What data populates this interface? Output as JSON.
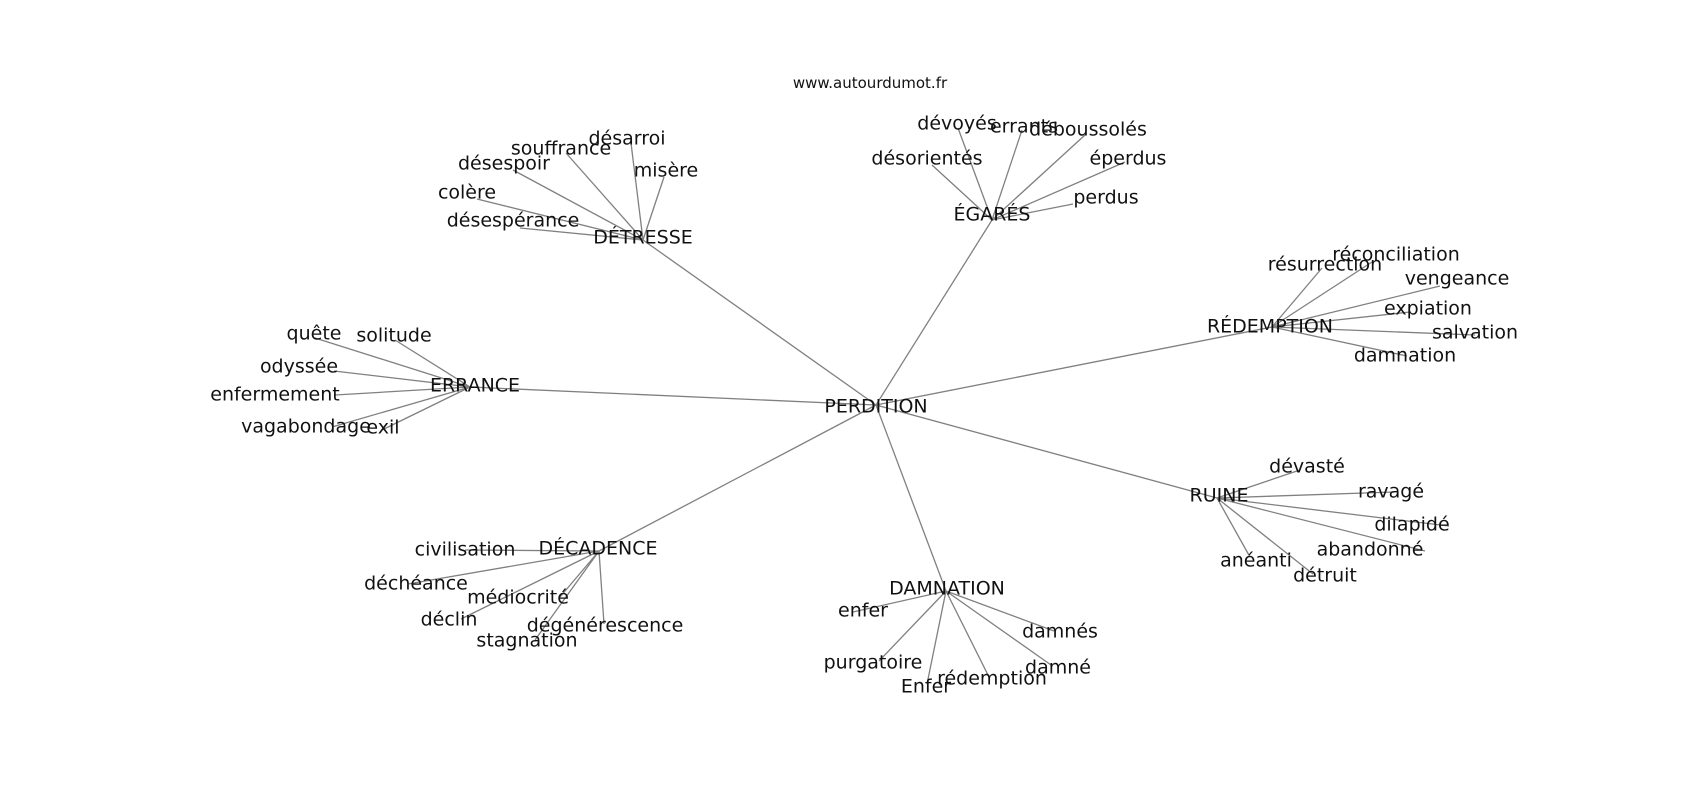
{
  "source": "www.autourdumot.fr",
  "graph": {
    "center": "PERDITION",
    "clusters": [
      {
        "label": "DÉTRESSE",
        "words": [
          "désarroi",
          "souffrance",
          "désespoir",
          "misère",
          "colère",
          "désespérance"
        ]
      },
      {
        "label": "ÉGARÉS",
        "words": [
          "dévoyés",
          "errants",
          "déboussolés",
          "désorientés",
          "éperdus",
          "perdus"
        ]
      },
      {
        "label": "RÉDEMPTION",
        "words": [
          "réconciliation",
          "résurrection",
          "vengeance",
          "expiation",
          "salvation",
          "damnation"
        ]
      },
      {
        "label": "ERRANCE",
        "words": [
          "quête",
          "solitude",
          "odyssée",
          "enfermement",
          "vagabondage",
          "exil"
        ]
      },
      {
        "label": "RUINE",
        "words": [
          "dévasté",
          "ravagé",
          "dilapidé",
          "abandonné",
          "anéanti",
          "détruit"
        ]
      },
      {
        "label": "DÉCADENCE",
        "words": [
          "civilisation",
          "déchéance",
          "médiocrité",
          "déclin",
          "dégénérescence",
          "stagnation"
        ]
      },
      {
        "label": "DAMNATION",
        "words": [
          "enfer",
          "damnés",
          "purgatoire",
          "damné",
          "rédemption",
          "Enfer"
        ]
      }
    ]
  }
}
